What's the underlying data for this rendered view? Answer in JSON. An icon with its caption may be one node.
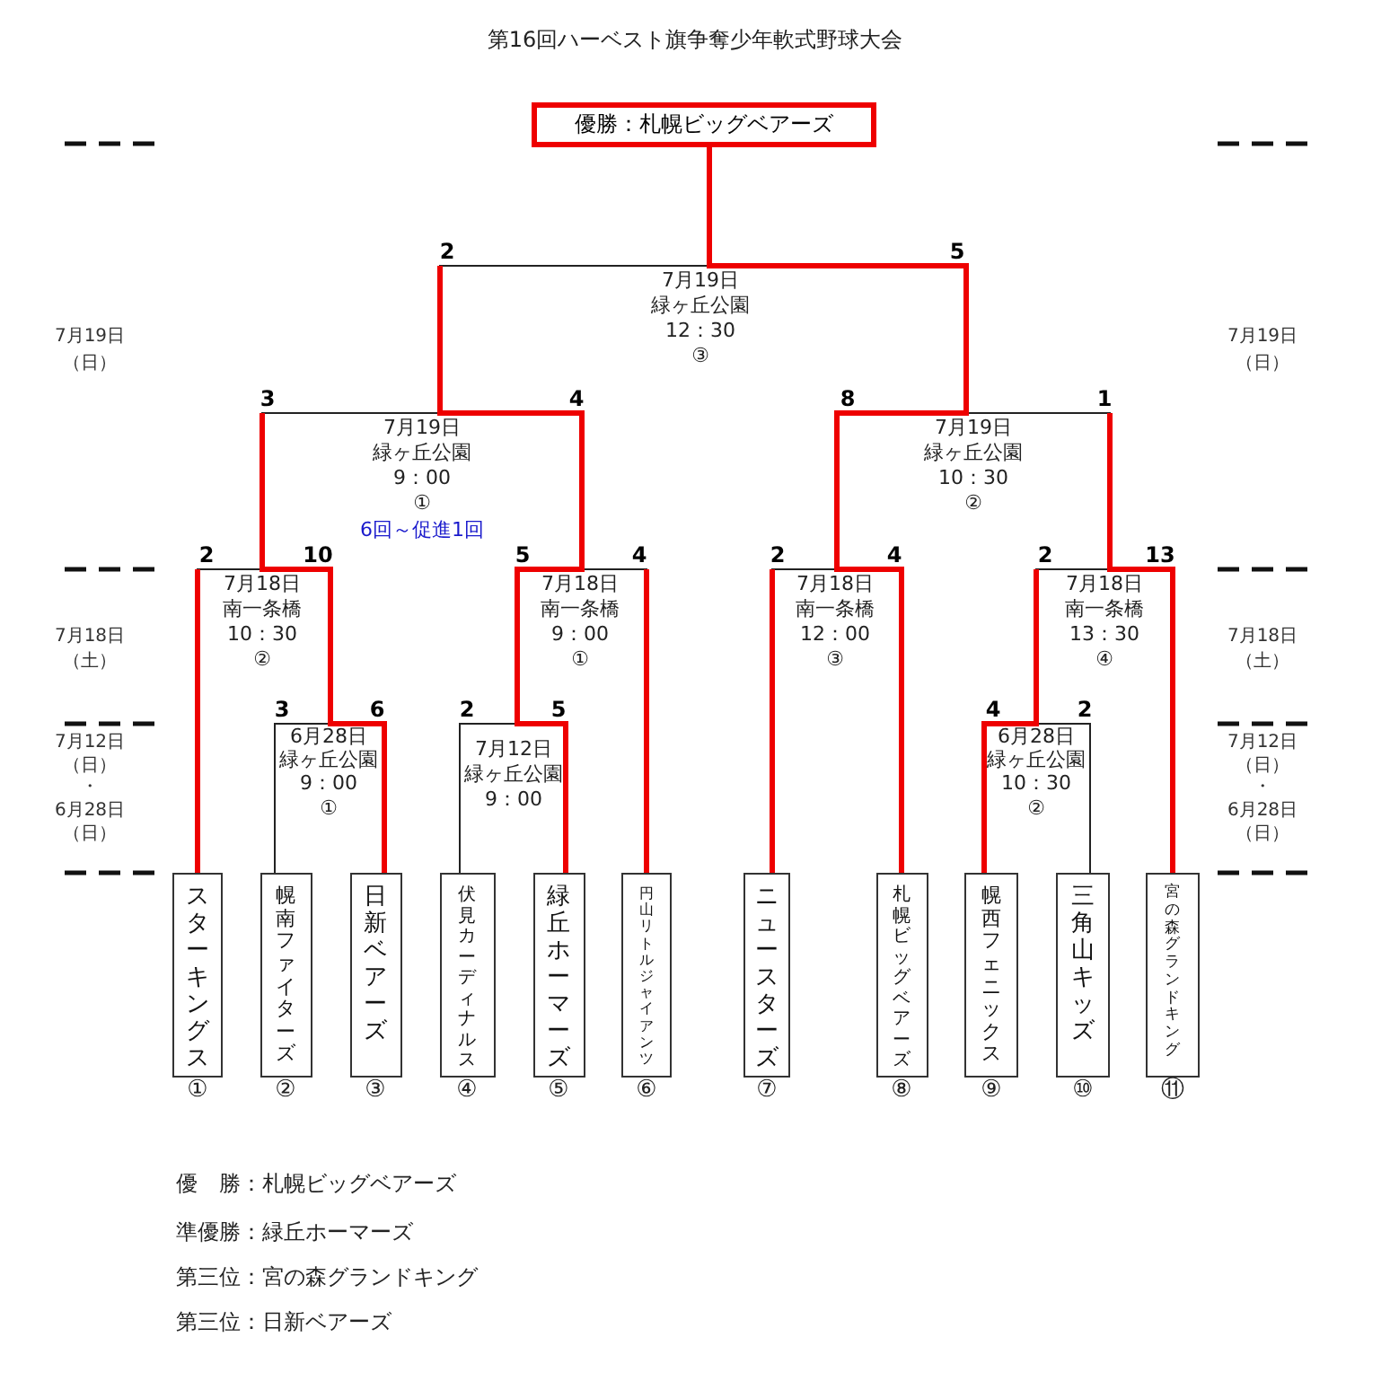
{
  "diagram": {
    "title": "第16回ハーベスト旗争奪少年軟式野球大会",
    "nodes": [
      {
        "text": [
          "優勝：札幌ビッグベアーズ"
        ]
      },
      {
        "text": [
          "スターキングス"
        ],
        "beside": [
          "①"
        ]
      },
      {
        "text": [
          "幌南ファイターズ"
        ],
        "beside": [
          "②"
        ]
      },
      {
        "text": [
          "日新ベアーズ"
        ],
        "beside": [
          "③"
        ]
      },
      {
        "text": [
          "伏見カーディナルス"
        ],
        "beside": [
          "④"
        ]
      },
      {
        "text": [
          "緑丘ホーマーズ"
        ],
        "beside": [
          "⑤"
        ]
      },
      {
        "text": [
          "円山リトルジャイアンツ"
        ],
        "beside": [
          "⑥"
        ]
      },
      {
        "text": [
          "ニュースターズ"
        ],
        "beside": [
          "⑦"
        ]
      },
      {
        "text": [
          "札幌ビッグベアーズ"
        ],
        "beside": [
          "⑧"
        ]
      },
      {
        "text": [
          "幌西フェニックス"
        ],
        "beside": [
          "⑨"
        ]
      },
      {
        "text": [
          "三角山キッズ"
        ],
        "beside": [
          "⑩"
        ]
      },
      {
        "text": [
          "宮の森グランドキング"
        ],
        "beside": [
          "⑪"
        ]
      }
    ],
    "labels": [
      "7月19日",
      "（日）",
      "7月19日",
      "（日）",
      "2",
      "5",
      "7月19日",
      "緑ヶ丘公園",
      "12：30",
      "③",
      "3",
      "4",
      "8",
      "1",
      "7月19日",
      "緑ヶ丘公園",
      "9：00",
      "①",
      "6回～促進1回",
      "7月19日",
      "緑ヶ丘公園",
      "10：30",
      "②",
      "2",
      "10",
      "5",
      "4",
      "2",
      "4",
      "2",
      "13",
      "7月18日",
      "南一条橋",
      "10：30",
      "②",
      "7月18日",
      "南一条橋",
      "9：00",
      "①",
      "7月18日",
      "南一条橋",
      "12：00",
      "③",
      "7月18日",
      "南一条橋",
      "13：30",
      "④",
      "7月18日",
      "（土）",
      "7月18日",
      "（土）",
      "3",
      "6",
      "2",
      "5",
      "4",
      "2",
      "6月28日",
      "緑ヶ丘公園",
      "9：00",
      "①",
      "7月12日",
      "緑ヶ丘公園",
      "9：00",
      "6月28日",
      "緑ヶ丘公園",
      "10：30",
      "②",
      "7月12日",
      "（日）",
      "・",
      "6月28日",
      "（日）",
      "7月12日",
      "（日）",
      "・",
      "6月28日",
      "（日）",
      "優　勝：札幌ビッグベアーズ",
      "準優勝：緑丘ホーマーズ",
      "第三位：宮の森グランドキング",
      "第三位：日新ベアーズ"
    ]
  }
}
